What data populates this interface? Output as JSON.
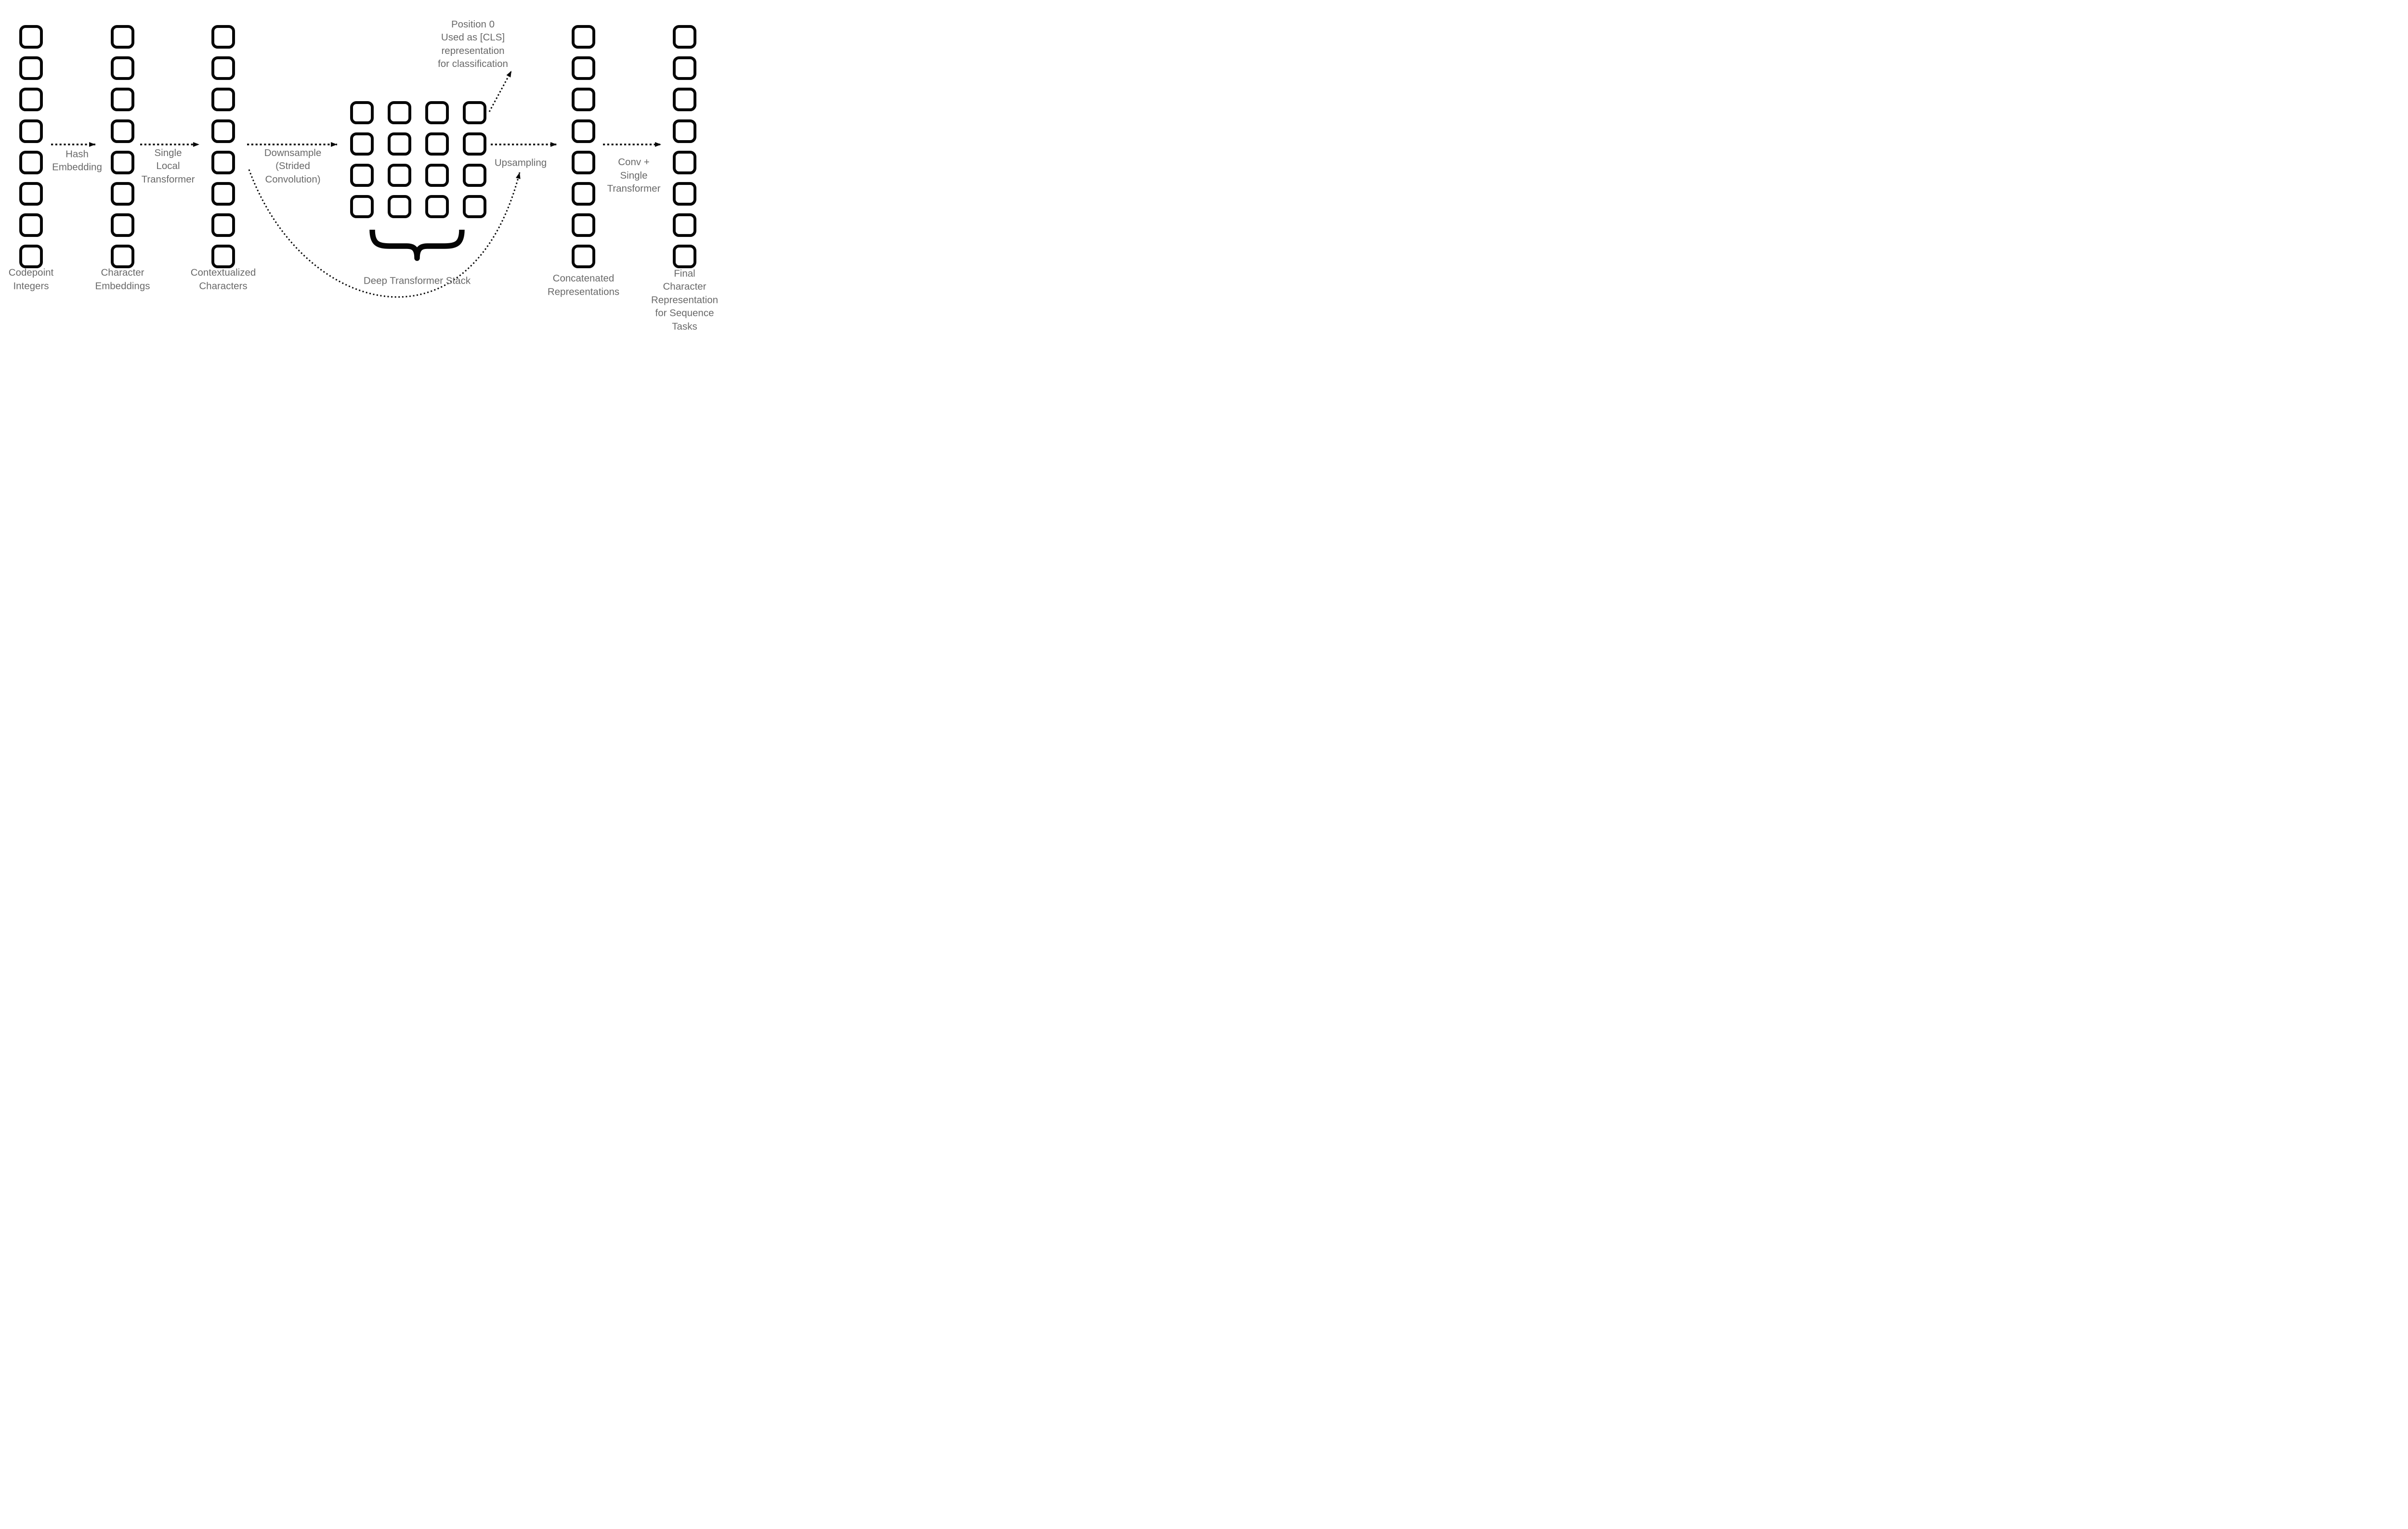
{
  "columns": [
    {
      "id": "codepoint-integers",
      "label": "Codepoint\nIntegers",
      "boxes": 8
    },
    {
      "id": "character-embeddings",
      "label": "Character\nEmbeddings",
      "boxes": 8
    },
    {
      "id": "contextualized-characters",
      "label": "Contextualized\nCharacters",
      "boxes": 8
    },
    {
      "id": "concatenated-representations",
      "label": "Concatenated\nRepresentations",
      "boxes": 8
    },
    {
      "id": "final-character-representation",
      "label": "Final\nCharacter\nRepresentation\nfor Sequence Tasks",
      "boxes": 8
    }
  ],
  "grid": {
    "rows": 4,
    "cols": 4,
    "brace_label": "Deep Transformer Stack"
  },
  "arrows": [
    {
      "id": "hash-embedding",
      "label": "Hash\nEmbedding"
    },
    {
      "id": "single-local-transformer",
      "label": "Single\nLocal\nTransformer"
    },
    {
      "id": "downsample",
      "label": "Downsample\n(Strided\nConvolution)"
    },
    {
      "id": "upsampling",
      "label": "Upsampling"
    },
    {
      "id": "conv-single-transformer",
      "label": "Conv +\nSingle\nTransformer"
    }
  ],
  "annotations": {
    "cls_note": "Position 0\nUsed as [CLS]\nrepresentation\nfor classification"
  },
  "colors": {
    "text": "#696969",
    "line": "#0a0a0a",
    "box_border": "#070707",
    "box_fill": "#ffffff",
    "background": "#ffffff"
  }
}
